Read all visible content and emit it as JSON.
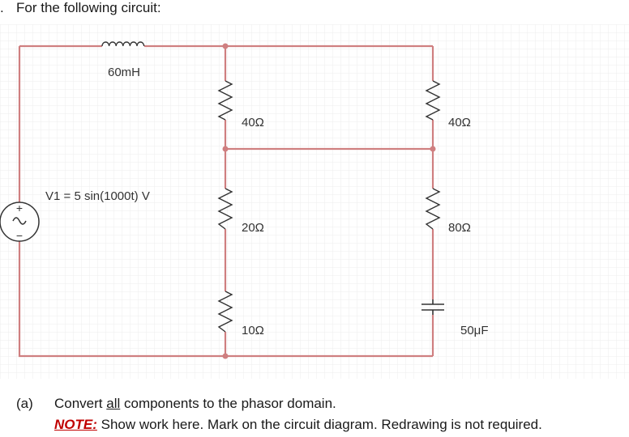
{
  "header": {
    "number": ".",
    "text": "For the following circuit:"
  },
  "circuit": {
    "inductor": "60mH",
    "source": "V1 = 5 sin(1000t) V",
    "source_sign_plus": "+",
    "source_sign_minus": "−",
    "r_top_mid": "40Ω",
    "r_top_right": "40Ω",
    "r_mid_mid": "20Ω",
    "r_mid_right": "80Ω",
    "r_bot_mid": "10Ω",
    "capacitor": "50μF",
    "colors": {
      "wire": "#cf7f80",
      "component": "#333333",
      "grid": "#eeeeee",
      "node": "#cf7f80"
    }
  },
  "question": {
    "letter": "(a)",
    "line1_pre": "Convert ",
    "line1_underlined": "all",
    "line1_post": " components to the phasor domain.",
    "note_label": "NOTE:",
    "note_text": " Show work here.  Mark on the circuit diagram.  Redrawing is not required."
  }
}
